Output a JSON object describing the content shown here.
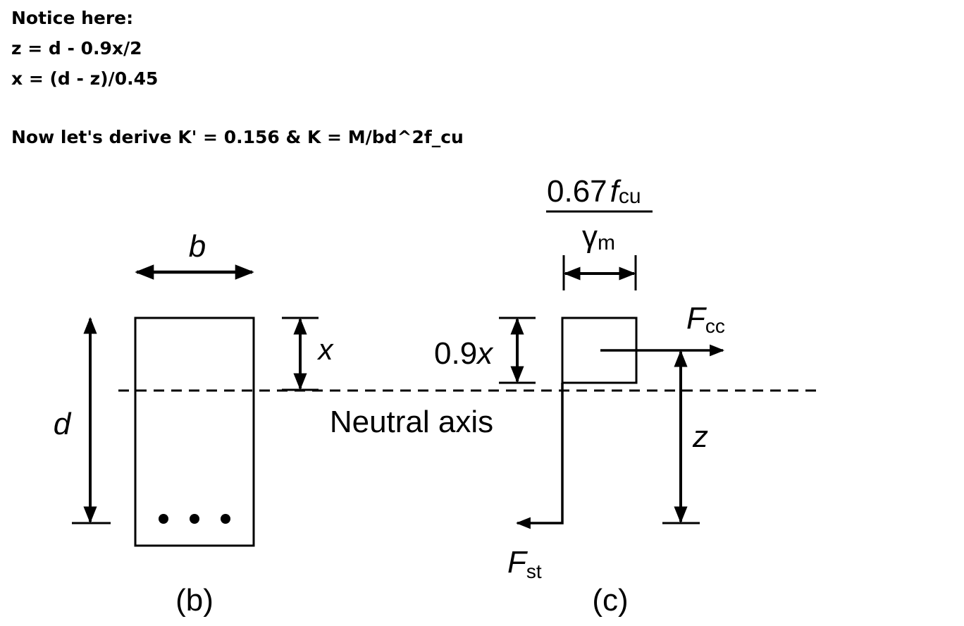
{
  "notes": {
    "heading": "Notice here:",
    "eq1": "z = d - 0.9x/2",
    "eq2": "x = (d - z)/0.45",
    "derive": "Now let's derive K' = 0.156 & K = M/bd^2f_cu"
  },
  "diagram": {
    "section_b": {
      "width_label": "b",
      "depth_label": "d",
      "na_depth_label": "x",
      "caption": "(b)"
    },
    "neutral_axis_label": "Neutral axis",
    "section_c": {
      "stress_numerator": "0.67",
      "stress_f": "f",
      "stress_f_sub": "cu",
      "stress_gamma": "γ",
      "stress_gamma_sub": "m",
      "block_depth_num": "0.9",
      "block_depth_var": "x",
      "fcc_main": "F",
      "fcc_sub": "cc",
      "fst_main": "F",
      "fst_sub": "st",
      "lever_arm_label": "z",
      "caption": "(c)"
    }
  }
}
